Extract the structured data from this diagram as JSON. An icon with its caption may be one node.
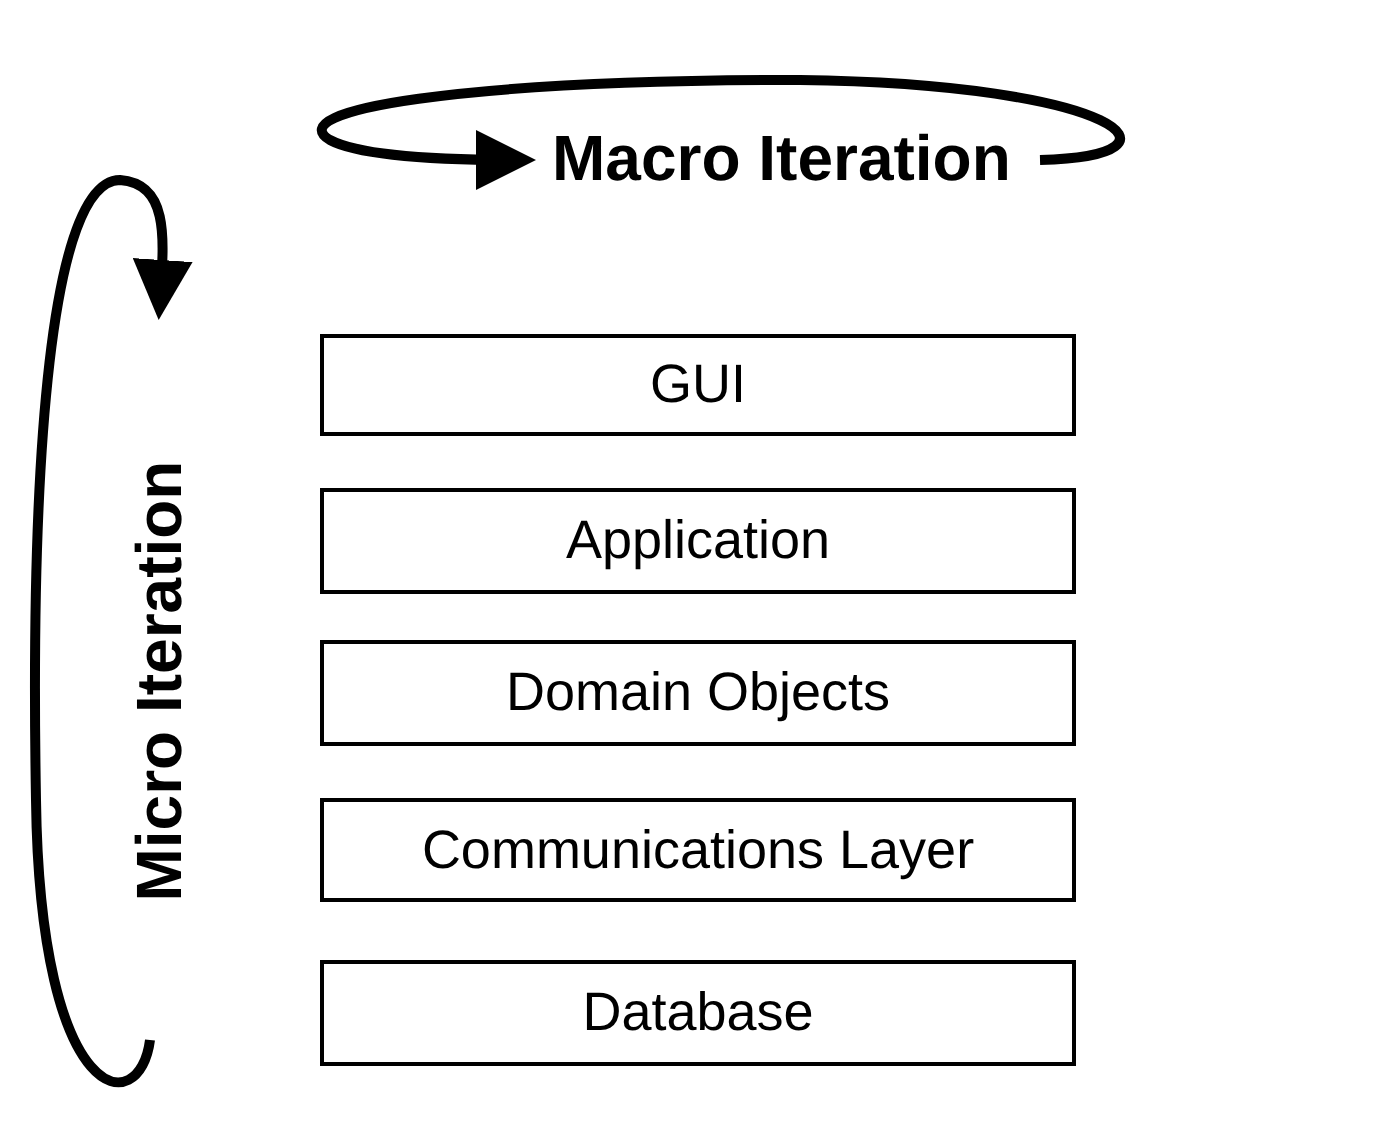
{
  "diagram": {
    "nodes": [
      {
        "text": [
          "GUI"
        ]
      },
      {
        "text": [
          "Application"
        ]
      },
      {
        "text": [
          "Domain Objects"
        ]
      },
      {
        "text": [
          "Communications Layer"
        ]
      },
      {
        "text": [
          "Database"
        ]
      }
    ],
    "labels": [
      "Macro Iteration",
      "Micro Iteration"
    ]
  }
}
